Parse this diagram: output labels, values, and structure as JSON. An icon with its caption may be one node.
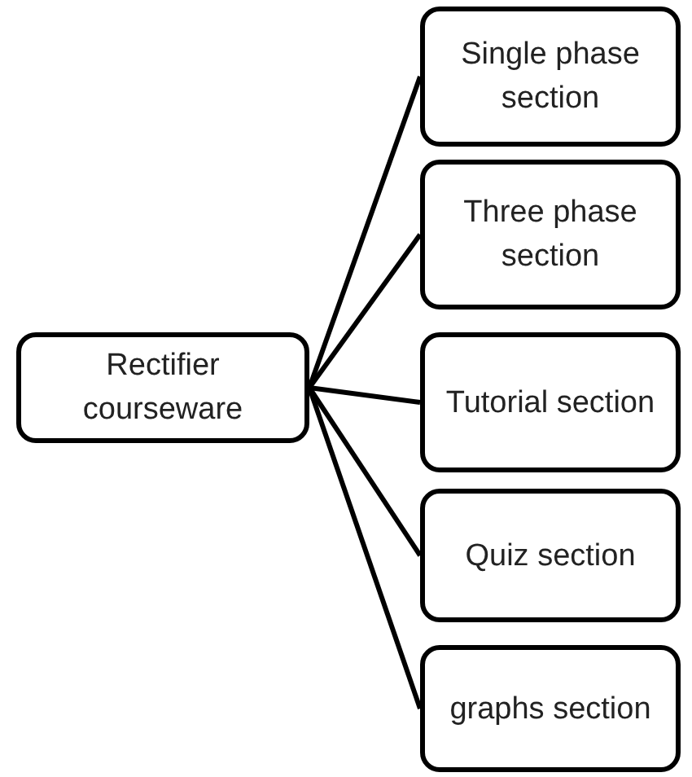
{
  "diagram": {
    "nodes": [
      {
        "text": [
          "Rectifier courseware"
        ]
      },
      {
        "text": [
          "Single phase section"
        ]
      },
      {
        "text": [
          "Three phase section"
        ]
      },
      {
        "text": [
          "Tutorial section"
        ]
      },
      {
        "text": [
          "Quiz section"
        ]
      },
      {
        "text": [
          "graphs section"
        ]
      }
    ],
    "edges": [
      {
        "from": 0,
        "to": 1,
        "arrow": "none"
      },
      {
        "from": 0,
        "to": 2,
        "arrow": "none"
      },
      {
        "from": 0,
        "to": 3,
        "arrow": "none"
      },
      {
        "from": 0,
        "to": 4,
        "arrow": "none"
      },
      {
        "from": 0,
        "to": 5,
        "arrow": "none"
      }
    ]
  }
}
